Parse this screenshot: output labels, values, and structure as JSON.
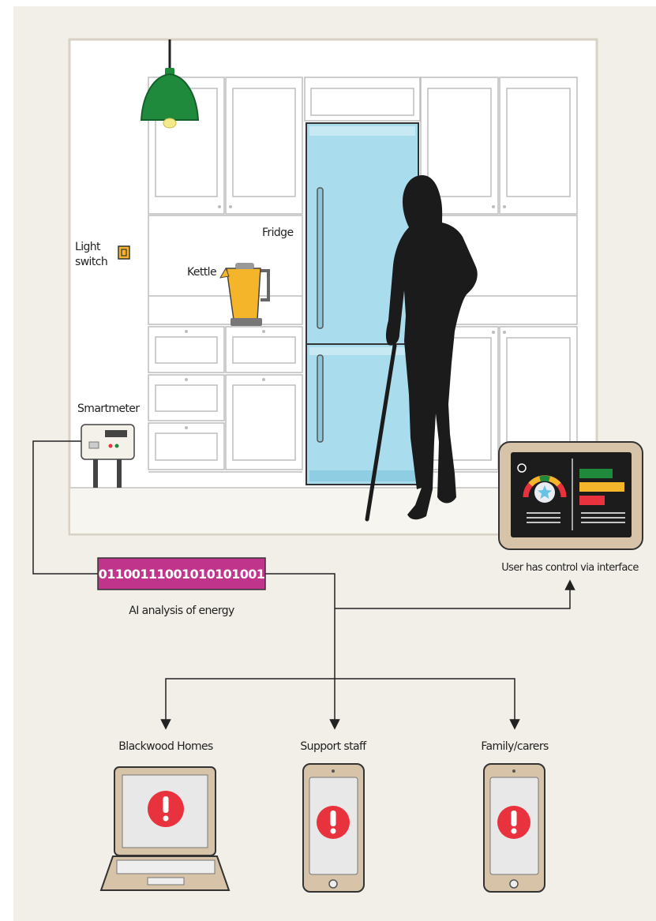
{
  "labels": {
    "light_switch": [
      "Light",
      "switch"
    ],
    "fridge": "Fridge",
    "kettle": "Kettle",
    "smartmeter": "Smartmeter",
    "binary": "01100111001010101001",
    "ai_analysis": "AI analysis of energy",
    "interface": "User has control via interface",
    "blackwood": "Blackwood Homes",
    "support": "Support staff",
    "family": "Family/carers"
  },
  "colors": {
    "background": "#f2efe8",
    "fridge": "#a9dcec",
    "lamp": "#1f8a3b",
    "kettle": "#f5b52a",
    "binary_box": "#c0348c",
    "alert": "#e8323e",
    "device_frame": "#d6c3a8",
    "silhouette": "#1b1b1b"
  },
  "icons": [
    "pendant-lamp-icon",
    "light-switch-icon",
    "kettle-icon",
    "fridge-icon",
    "person-with-cane-icon",
    "smartmeter-icon",
    "interface-tablet-icon",
    "laptop-icon",
    "phone-icon",
    "alert-icon"
  ]
}
